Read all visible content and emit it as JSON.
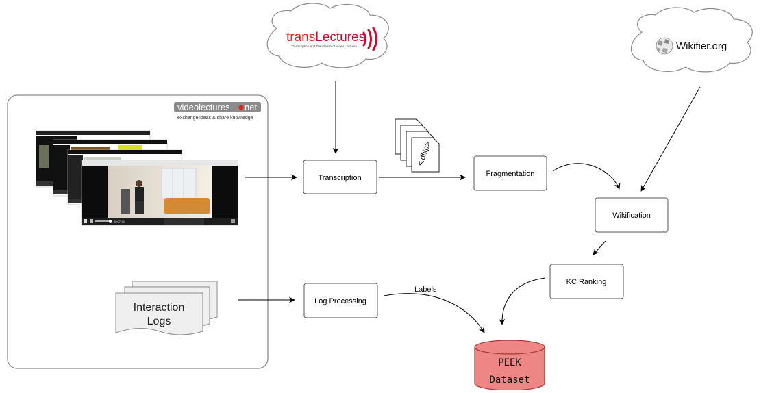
{
  "sources": {
    "translectures": {
      "brand_part1": "trans",
      "brand_part2": "Lectures",
      "tagline": "Transcription and Translation of Video Lectures",
      "color_part1": "#e0231c",
      "color_part2": "#c8102e"
    },
    "wikifier": {
      "label": "Wikifier.org",
      "icon": "wikipedia-globe-icon"
    },
    "videolectures": {
      "brand": "videolectures",
      "brand_suffix": "net",
      "tagline": "exchange ideas & share knowledge"
    }
  },
  "documents": {
    "dfxp_label": "<.dfxp>"
  },
  "logs": {
    "line1": "Interaction",
    "line2": "Logs"
  },
  "process": {
    "transcription": "Transcription",
    "fragmentation": "Fragmentation",
    "wikification": "Wikification",
    "kc_ranking": "KC Ranking",
    "log_processing": "Log Processing"
  },
  "edge_labels": {
    "labels": "Labels"
  },
  "output": {
    "line1": "PEEK",
    "line2": "Dataset",
    "fill": "#ee8686",
    "stroke": "#a23a3a"
  },
  "video_player": {
    "time": "00:07:15"
  }
}
